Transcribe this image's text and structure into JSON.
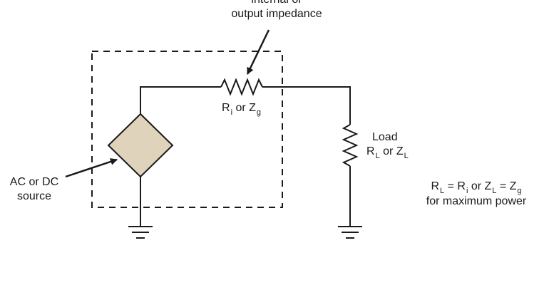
{
  "labels": {
    "impedance_line1": "internal or",
    "impedance_line2": "output impedance",
    "ri_R": "R",
    "ri_i": "i",
    "ri_or": " or ",
    "ri_Z": "Z",
    "ri_g": "g",
    "load_word": "Load",
    "load_R": "R",
    "load_L1": "L",
    "load_or": " or ",
    "load_Z": "Z",
    "load_L2": "L",
    "source_line1": "AC or DC",
    "source_line2": "source",
    "eq_R": "R",
    "eq_L1": "L",
    "eq_eq1": " = ",
    "eq_R2": "R",
    "eq_i": "i",
    "eq_or": " or Z",
    "eq_L2": "L",
    "eq_eq2": " = Z",
    "eq_g": "g",
    "eq_line2": "for maximum power"
  },
  "colors": {
    "wire": "#1a1a1a",
    "source_fill": "#e0d3bc",
    "dashed_box": "#1a1a1a"
  }
}
